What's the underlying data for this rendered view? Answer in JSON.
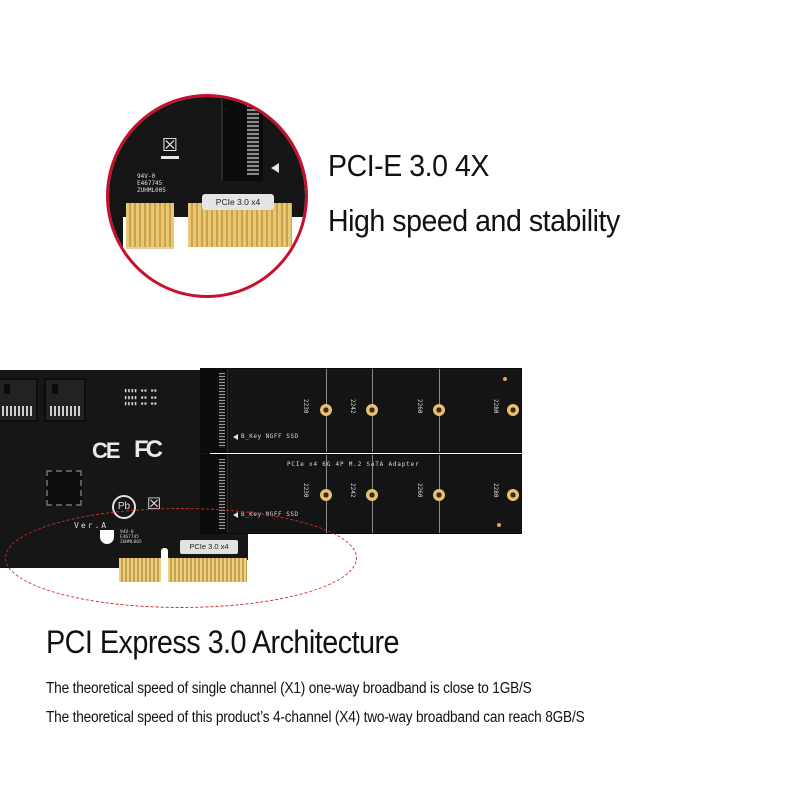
{
  "headline": {
    "line1": "PCI-E 3.0 4X",
    "line2": "High speed and stability"
  },
  "zoom_inset": {
    "border_color": "#c8102e",
    "label": "PCIe 3.0 x4",
    "silkscreen": [
      "94V-0",
      "E467745",
      "ZUHML005"
    ],
    "icons": [
      "weee-bin-icon",
      "arrow-left-icon"
    ]
  },
  "product": {
    "card_label": "PCIe 3.0 x4",
    "version": "Ver.A",
    "certifications": [
      "CE",
      "FC"
    ],
    "pb_free_mark": "Pb",
    "silkscreen": [
      "94V-0",
      "E467745",
      "ZUHML005"
    ],
    "m2_boards": [
      {
        "key_label": "B_Key NGFF SSD",
        "sizes": [
          "2230",
          "2242",
          "2260",
          "2280"
        ]
      },
      {
        "title": "PCIe x4 6G 4P M.2 SATA Adapter",
        "key_label": "B_Key NGFF SSD",
        "sizes": [
          "2230",
          "2242",
          "2260",
          "2280"
        ]
      }
    ],
    "highlight_color": "#d02a2a"
  },
  "architecture": {
    "title": "PCI Express 3.0 Architecture",
    "lines": [
      "The theoretical speed of single channel (X1) one-way broadband is close to 1GB/S",
      "The theoretical speed of this product’s 4-channel (X4) two-way broadband can reach 8GB/S"
    ]
  }
}
